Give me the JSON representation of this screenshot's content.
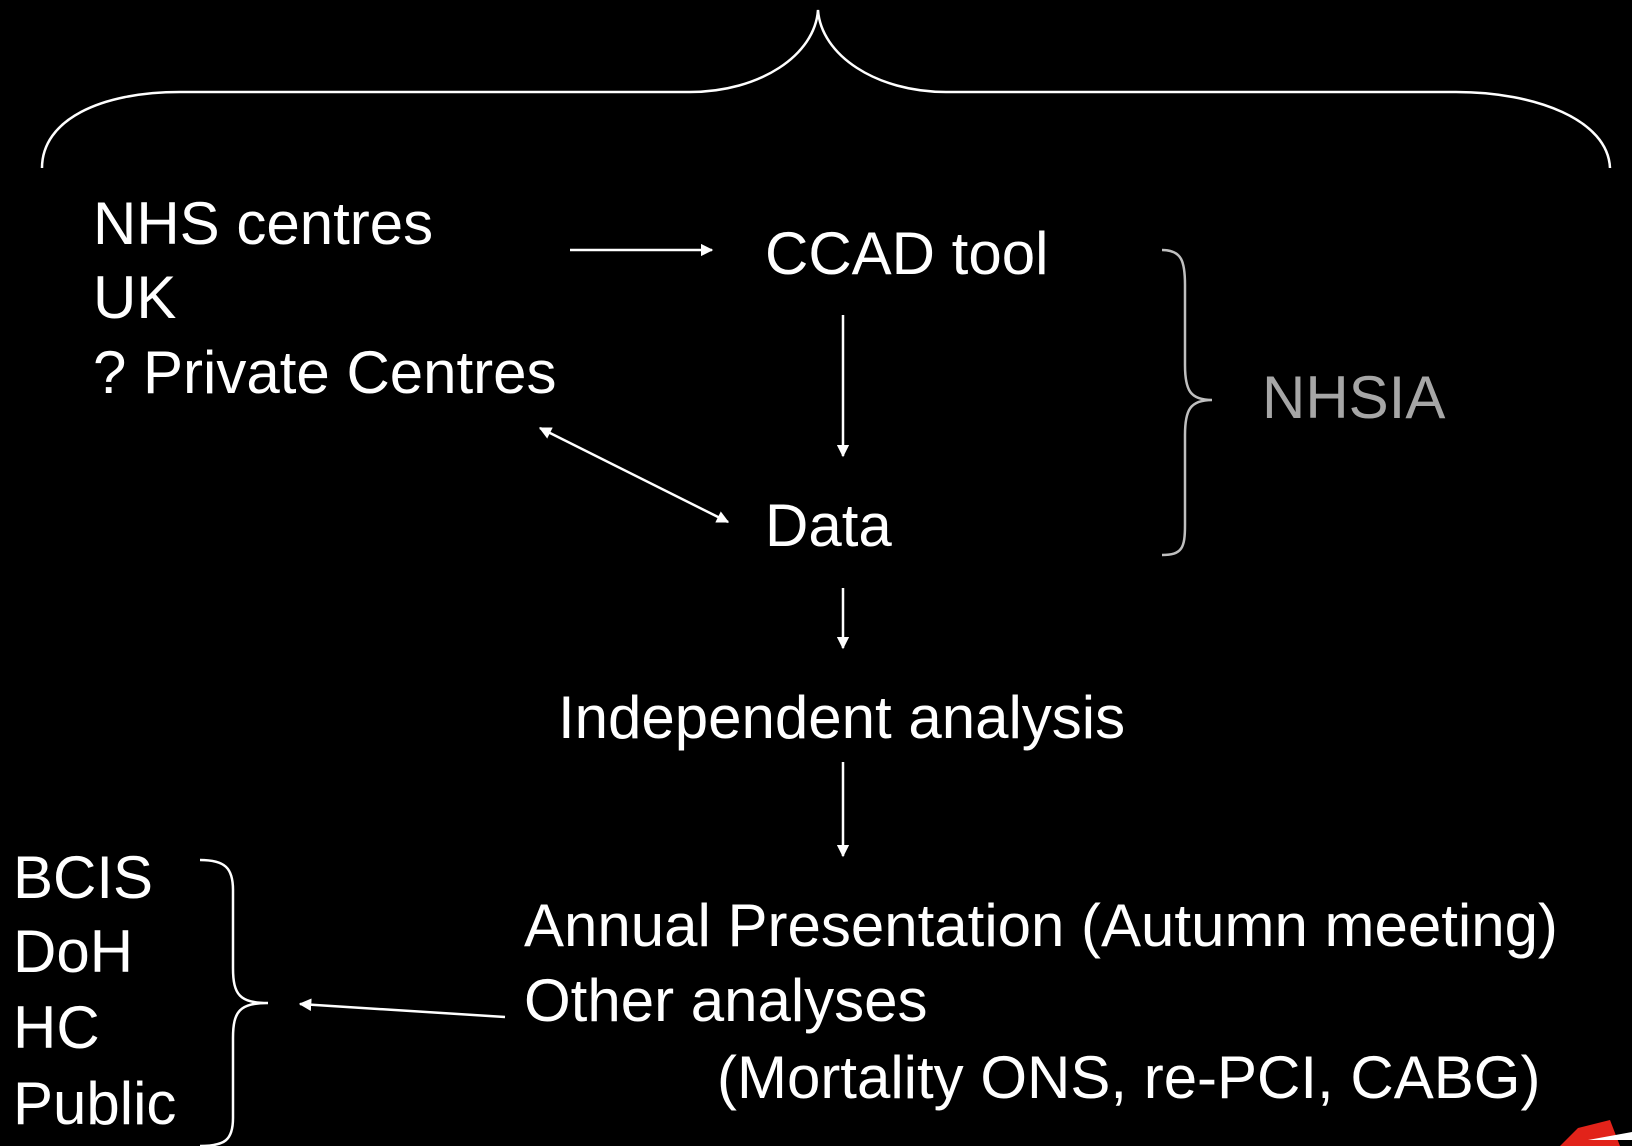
{
  "sources": [
    "NHS centres",
    "UK",
    "? Private Centres"
  ],
  "ccad_tool": "CCAD tool",
  "data_node": "Data",
  "nhsia": "NHSIA",
  "analysis": "Independent analysis",
  "outputs": [
    "Annual Presentation (Autumn meeting)",
    "Other analyses",
    "(Mortality ONS, re-PCI, CABG)"
  ],
  "audiences": [
    "BCIS",
    "DoH",
    "HC",
    "Public"
  ],
  "colors": {
    "background": "#000000",
    "text": "#ffffff",
    "nhsia_text": "#a6a6a6",
    "logo_red": "#e2231a"
  }
}
